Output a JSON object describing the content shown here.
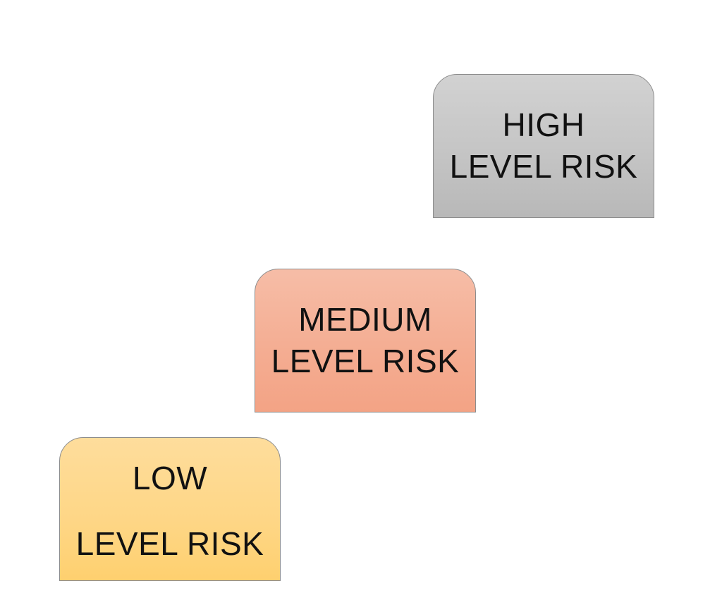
{
  "diagram": {
    "boxes": {
      "high": {
        "line1": "HIGH",
        "line2": "LEVEL RISK",
        "color": "#c6c6c6"
      },
      "medium": {
        "line1": "MEDIUM",
        "line2": "LEVEL RISK",
        "color": "#f4ac91"
      },
      "low": {
        "line1": "LOW",
        "line2": "LEVEL RISK",
        "color": "#fed685"
      }
    }
  }
}
